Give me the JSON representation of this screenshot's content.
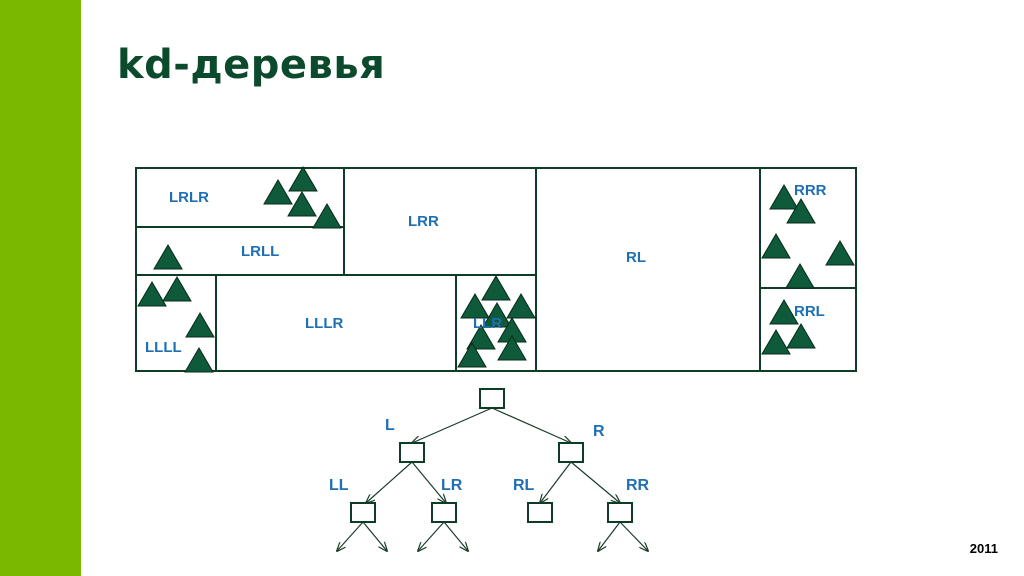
{
  "slide": {
    "title": "kd-деревья",
    "year": "2011",
    "colors": {
      "accent_bar": "#7ab800",
      "title": "#0b4a2d",
      "labels": "#1f6fb5",
      "triangles": "#0e5a3a"
    }
  },
  "partition": {
    "regions": [
      "LRLR",
      "LRR",
      "RL",
      "RRR",
      "LRLL",
      "LLLR",
      "LLR",
      "LLLL",
      "RRL"
    ]
  },
  "tree": {
    "edge_labels": [
      "L",
      "R",
      "LL",
      "LR",
      "RL",
      "RR"
    ]
  }
}
